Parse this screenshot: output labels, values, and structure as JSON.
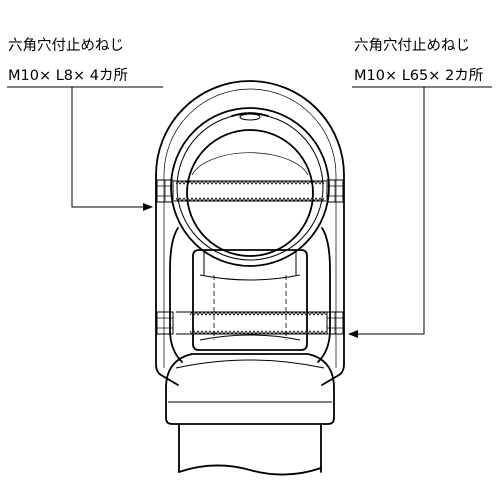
{
  "callouts": {
    "left": {
      "name": "六角穴付止めねじ",
      "spec": "M10× L8× 4カ所"
    },
    "right": {
      "name": "六角穴付止めねじ",
      "spec": "M10× L65× 2カ所"
    }
  },
  "colors": {
    "line": "#000000",
    "background": "#ffffff"
  }
}
